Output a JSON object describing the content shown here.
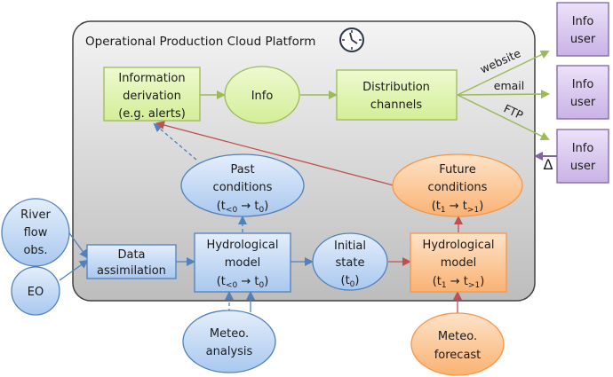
{
  "platform": {
    "title": "Operational Production Cloud Platform",
    "icon": "clock-icon"
  },
  "nodes": {
    "info_derivation": {
      "lines": [
        "Information",
        "derivation",
        "(e.g. alerts)"
      ]
    },
    "info": {
      "lines": [
        "Info"
      ]
    },
    "distribution": {
      "lines": [
        "Distribution",
        "channels"
      ]
    },
    "past_conditions": {
      "lines": [
        "Past",
        "conditions"
      ],
      "formula": {
        "open": "(t",
        "sub1": "<0",
        "arrow": " → t",
        "sub2": "0",
        "close": ")"
      }
    },
    "future_conditions": {
      "lines": [
        "Future",
        "conditions"
      ],
      "formula": {
        "open": "(t",
        "sub1": "1",
        "arrow": " → t",
        "sub2": ">1",
        "close": ")"
      }
    },
    "river_flow": {
      "lines": [
        "River",
        "flow",
        "obs."
      ]
    },
    "eo": {
      "lines": [
        "EO"
      ]
    },
    "data_assimilation": {
      "lines": [
        "Data",
        "assimilation"
      ]
    },
    "hydro_past": {
      "lines": [
        "Hydrological",
        "model"
      ],
      "formula": {
        "open": "(t",
        "sub1": "<0",
        "arrow": " → t",
        "sub2": "0",
        "close": ")"
      }
    },
    "initial_state": {
      "lines": [
        "Initial",
        "state"
      ],
      "formula": {
        "open": "(t",
        "sub1": "",
        "arrow": "",
        "sub2": "0",
        "close": ")"
      }
    },
    "hydro_future": {
      "lines": [
        "Hydrological",
        "model"
      ],
      "formula": {
        "open": "(t",
        "sub1": "1",
        "arrow": " → t",
        "sub2": ">1",
        "close": ")"
      }
    },
    "meteo_analysis": {
      "lines": [
        "Meteo.",
        "analysis"
      ]
    },
    "meteo_forecast": {
      "lines": [
        "Meteo.",
        "forecast"
      ]
    },
    "info_users": [
      {
        "lines": [
          "Info",
          "user"
        ]
      },
      {
        "lines": [
          "Info",
          "user"
        ]
      },
      {
        "lines": [
          "Info",
          "user"
        ]
      }
    ]
  },
  "channels": [
    "website",
    "email",
    "FTP"
  ],
  "feedback_symbol": "Δ",
  "colors": {
    "green_fill": "#e3f5b8",
    "green_stroke": "#9bbb59",
    "blue_fill": "#c9dcf3",
    "blue_stroke": "#4f81bd",
    "orange_fill": "#fcc99a",
    "orange_stroke": "#f79646",
    "purple_fill": "#d9c8ef",
    "purple_stroke": "#8064a2",
    "red_arrow": "#c0504d",
    "platform_stroke": "#404040"
  }
}
